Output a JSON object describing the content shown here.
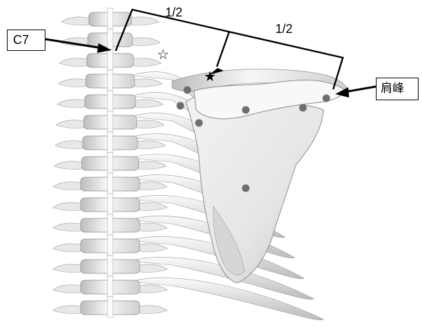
{
  "labels": {
    "c7": "C7",
    "acromion": "肩峰",
    "half_left": "1/2",
    "half_right": "1/2"
  },
  "markers": {
    "midpoint_star": "★",
    "reference_star": "☆"
  },
  "colors": {
    "bone_light": "#f4f4f4",
    "bone_mid": "#d9d9d9",
    "bone_shadow": "#a8a8a8",
    "landmark_dot": "#6e6e6e",
    "annotation": "#000000"
  }
}
